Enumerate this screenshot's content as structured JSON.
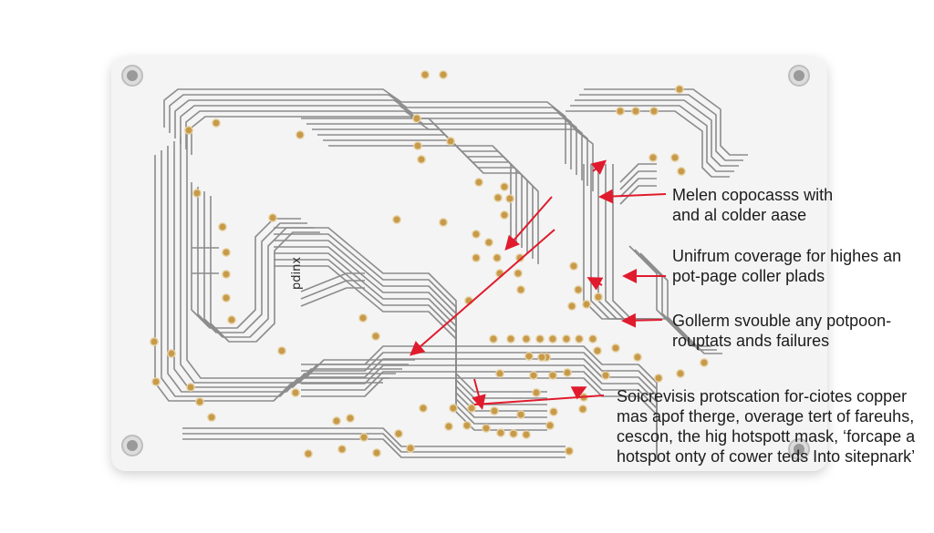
{
  "board": {
    "label": "pdinx",
    "background": "#f4f4f4",
    "trace_color": "#8c8c8c",
    "pad_color": "#c79a4a",
    "arrow_color": "#e01b2d",
    "mount_hole_icons": [
      "mount-hole-icon",
      "mount-hole-icon",
      "mount-hole-icon",
      "mount-hole-icon"
    ]
  },
  "annotations": [
    {
      "lines": [
        "Melen copocasss with",
        "and al colder aase"
      ]
    },
    {
      "lines": [
        "Unifrum coverage for highes an",
        "pot-page coller plads"
      ]
    },
    {
      "lines": [
        "Gollerm svouble any potpoon-",
        "rouptats ands failures"
      ]
    },
    {
      "lines": [
        "Soicrevisis protscation for-ciotes copper",
        "mas apof therge, overage tert of fareuhs,",
        "cescon, the hig hotspott mask, ‘forcape a",
        "hotspot onty of cower teds Into sitepnark’"
      ]
    }
  ]
}
